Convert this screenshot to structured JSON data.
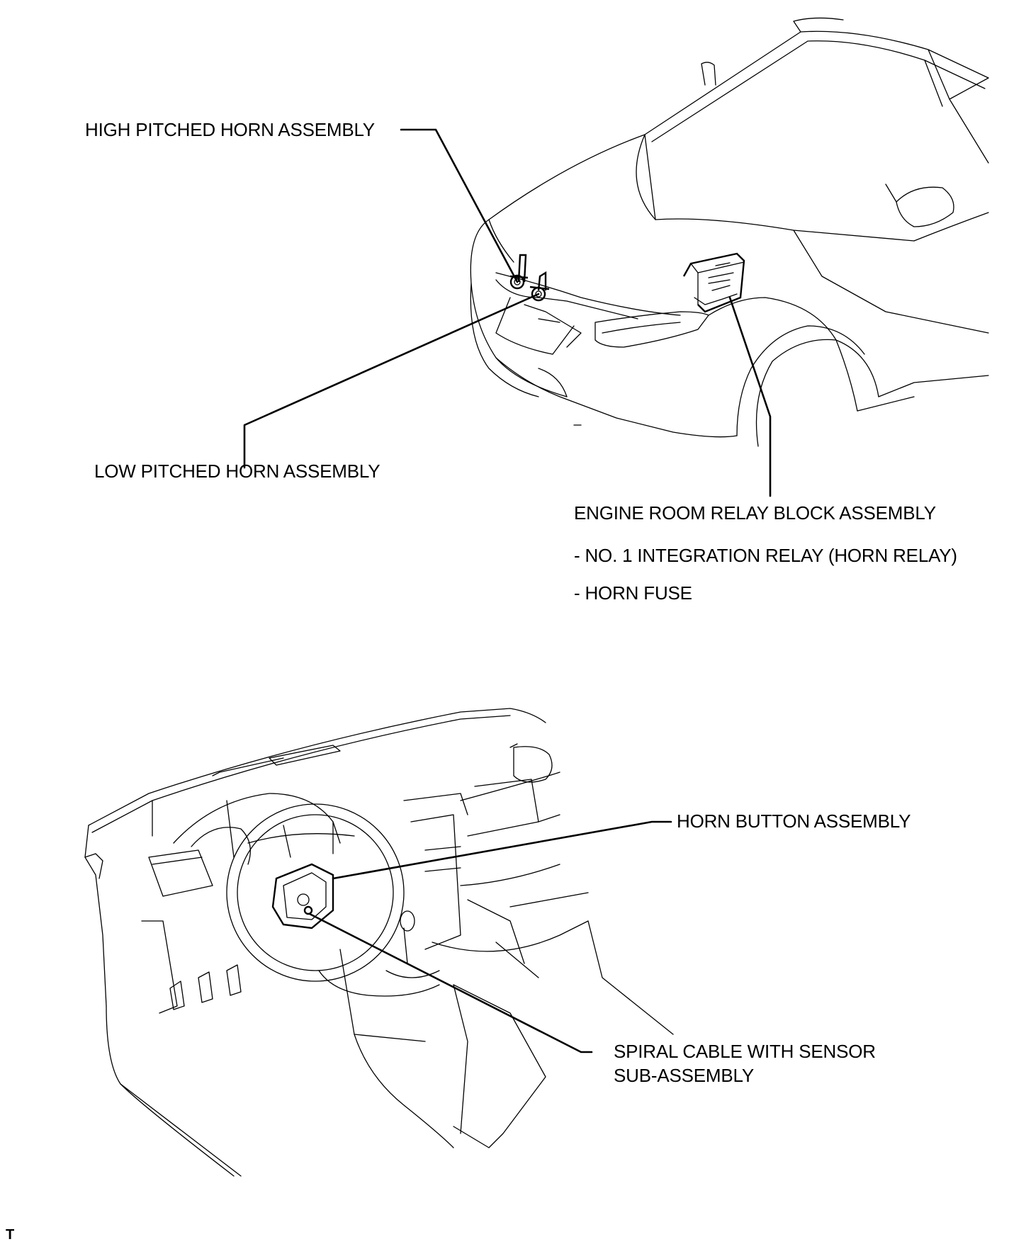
{
  "labels": {
    "high_horn": "HIGH PITCHED HORN ASSEMBLY",
    "low_horn": "LOW PITCHED HORN ASSEMBLY",
    "relay_block": "ENGINE ROOM RELAY BLOCK ASSEMBLY",
    "relay_item1": "- NO. 1 INTEGRATION RELAY (HORN RELAY)",
    "relay_item2": "- HORN FUSE",
    "horn_button": "HORN BUTTON ASSEMBLY",
    "spiral_line1": "SPIRAL CABLE WITH SENSOR",
    "spiral_line2": "SUB-ASSEMBLY"
  },
  "corner_mark": "T"
}
